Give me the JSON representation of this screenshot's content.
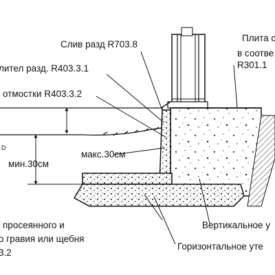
{
  "labels": {
    "drain": "Слив разд R703.8",
    "insulation_partial": "лител разд. R403.3.1",
    "apron_partial": "отмостки R403.3.2",
    "slab_line1": "Плита с",
    "slab_line2": "в соотве",
    "slab_line3": "R301.1",
    "max_depth": "макс.30см",
    "min_depth": "мин.30см",
    "gravel_line1": "просеянного и",
    "gravel_line2": "о гравия или щебня",
    "gravel_line3": "3.2",
    "vertical_insulation": "Вертикальное у",
    "horizontal_insulation": "Горизонтальное уте",
    "left_marker": "D"
  }
}
